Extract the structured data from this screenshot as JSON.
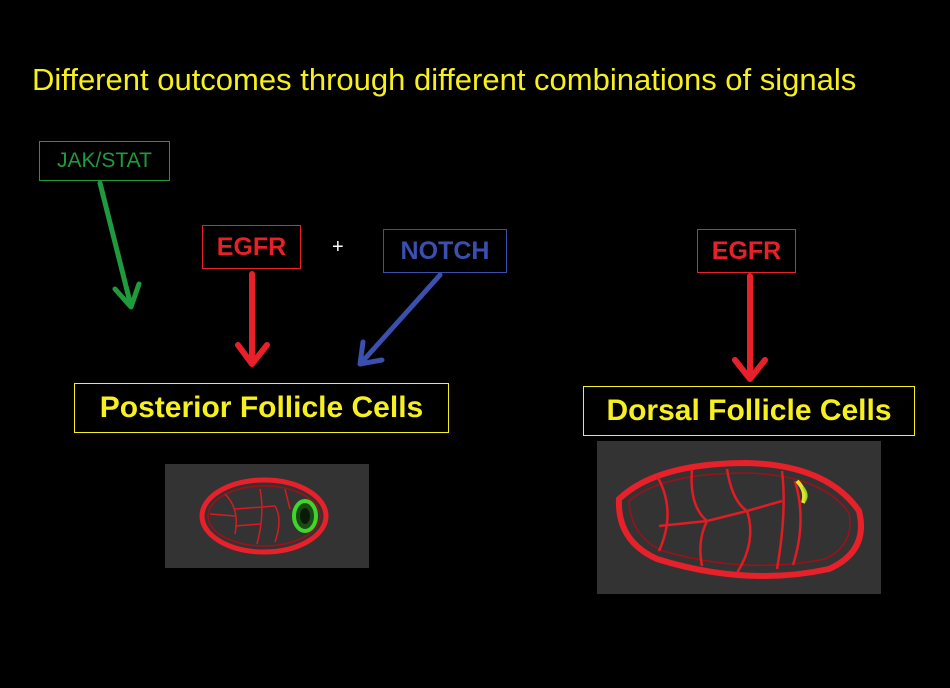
{
  "slide": {
    "title": "Different outcomes through different combinations of signals",
    "signals": {
      "jak_stat": "JAK/STAT",
      "egfr_left": "EGFR",
      "plus": "+",
      "notch": "NOTCH",
      "egfr_right": "EGFR"
    },
    "outcomes": {
      "posterior": "Posterior Follicle Cells",
      "dorsal": "Dorsal Follicle Cells"
    }
  },
  "colors": {
    "background": "#000000",
    "title": "#f7f01f",
    "jak_stat": "#1f9a3c",
    "egfr": "#e8202a",
    "notch": "#3b4fae",
    "outcome_box": "#f7f01f",
    "micrograph_bg": "#333333"
  },
  "icons": {
    "egg_chamber_posterior": "egg-chamber-micrograph",
    "egg_chamber_dorsal": "egg-chamber-micrograph"
  }
}
